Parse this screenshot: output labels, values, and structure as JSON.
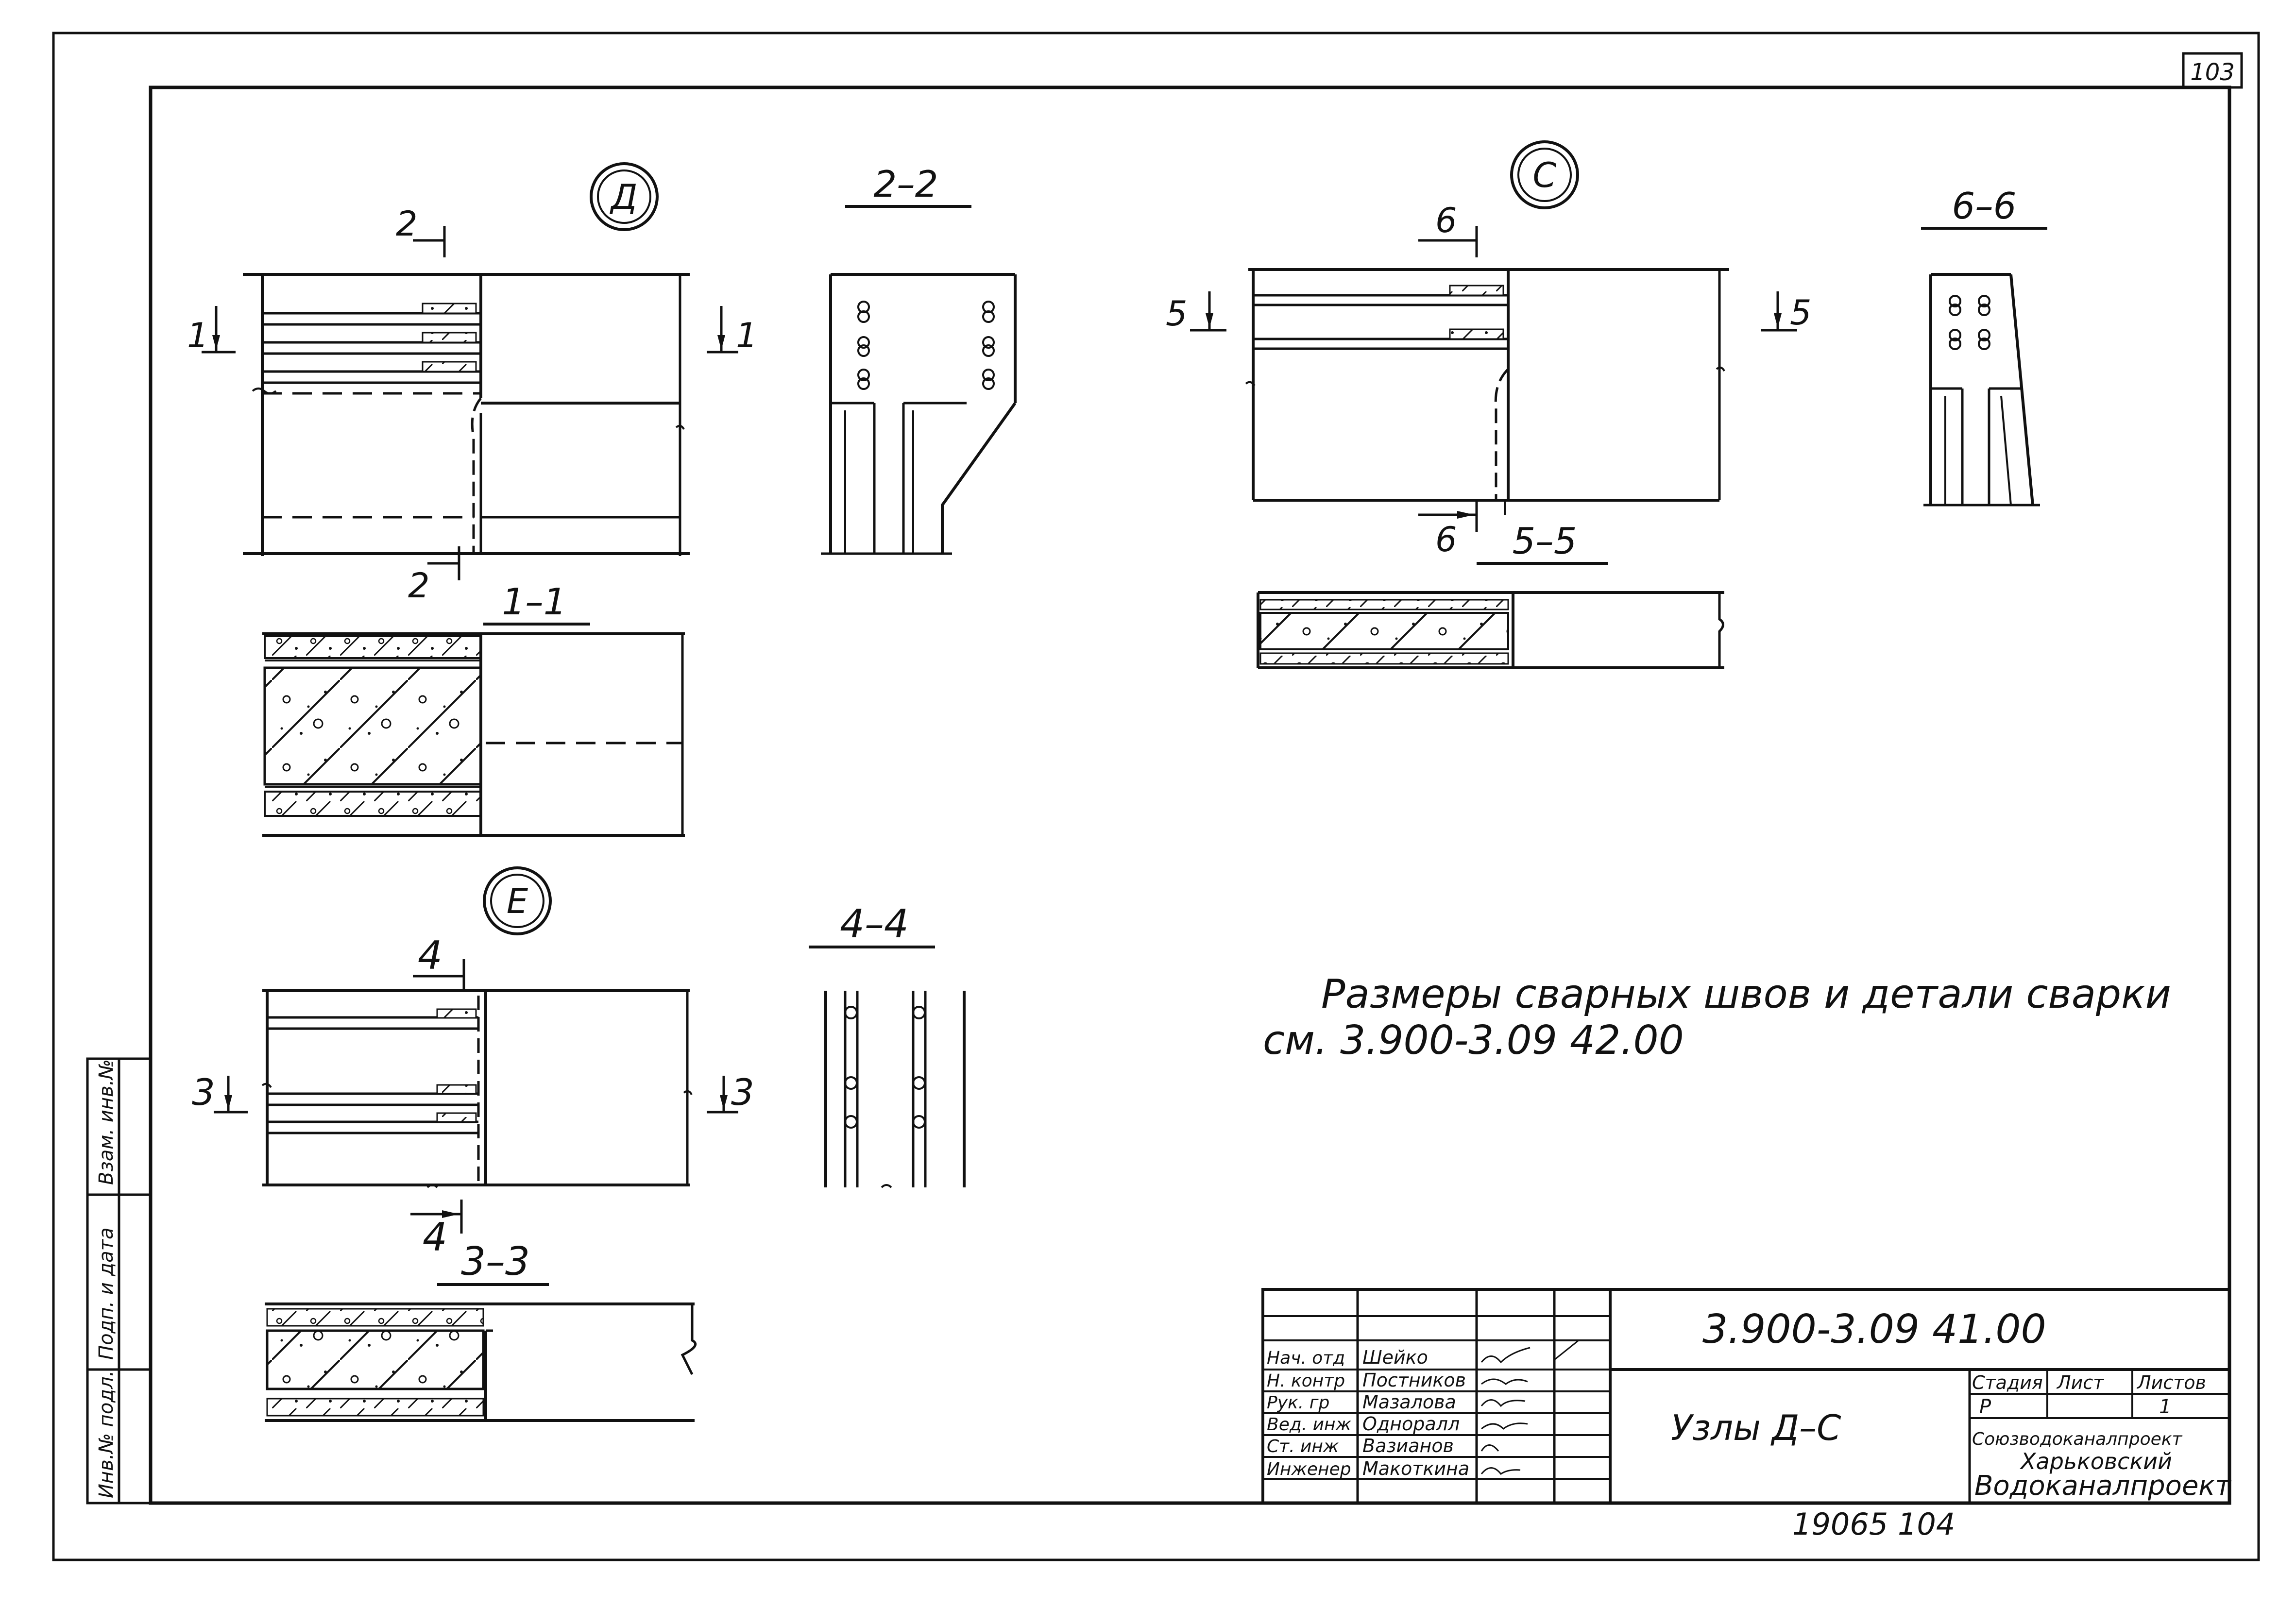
{
  "sheet": {
    "page_number": "103",
    "footer_number": "19065   104"
  },
  "nodes": {
    "D": {
      "label": "Д"
    },
    "C": {
      "label": "С"
    },
    "E": {
      "label": "Е"
    }
  },
  "sections": {
    "s1": "1–1",
    "s2": "2–2",
    "s3": "3–3",
    "s4": "4–4",
    "s5": "5–5",
    "s6": "6–6"
  },
  "cut_marks": {
    "c1": "1",
    "c2": "2",
    "c3": "3",
    "c4": "4",
    "c5": "5",
    "c6": "6"
  },
  "note": {
    "line1": "Размеры сварных швов и детали сварки",
    "line2": "см.  3.900-3.09  42.00"
  },
  "left_strip": {
    "inv_podl": "Инв.№ подл.",
    "podp_data": "Подп. и дата",
    "vzam_inv": "Взам. инв.№"
  },
  "title_block": {
    "doc_code": "3.900-3.09  41.00",
    "title": "Узлы Д–С",
    "roles": [
      {
        "role": "Нач. отд",
        "name": "Шейко"
      },
      {
        "role": "Н. контр",
        "name": "Постников"
      },
      {
        "role": "Рук. гр",
        "name": "Мазалова"
      },
      {
        "role": "Вед. инж",
        "name": "Одноралл"
      },
      {
        "role": "Ст. инж",
        "name": "Вазианов"
      },
      {
        "role": "Инженер",
        "name": "Макоткина"
      }
    ],
    "stage_header": "Стадия",
    "sheet_header": "Лист",
    "sheets_header": "Листов",
    "stage": "Р",
    "sheet": "1",
    "org_line1": "Союзводоканалпроект",
    "org_line2": "Харьковский",
    "org_line3": "Водоканалпроект"
  }
}
